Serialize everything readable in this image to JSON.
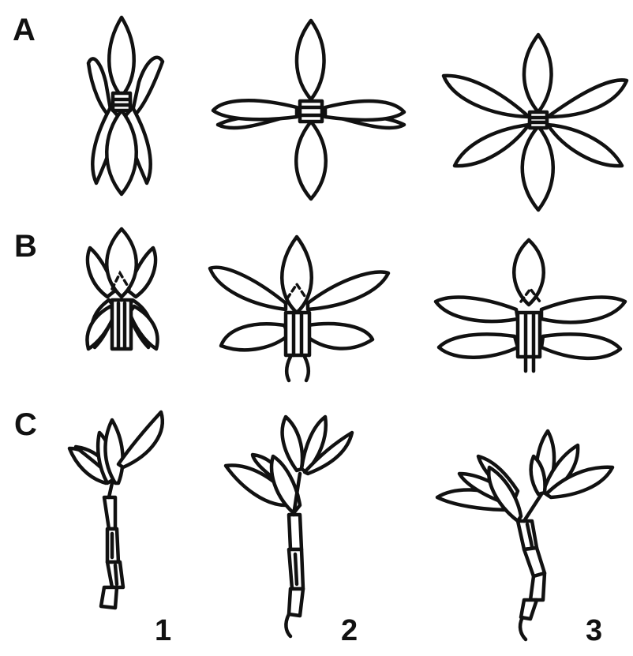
{
  "row_labels": [
    "A",
    "B",
    "C"
  ],
  "column_labels": [
    "1",
    "2",
    "3"
  ],
  "colors": {
    "ink": "#111111",
    "background": "#ffffff"
  }
}
